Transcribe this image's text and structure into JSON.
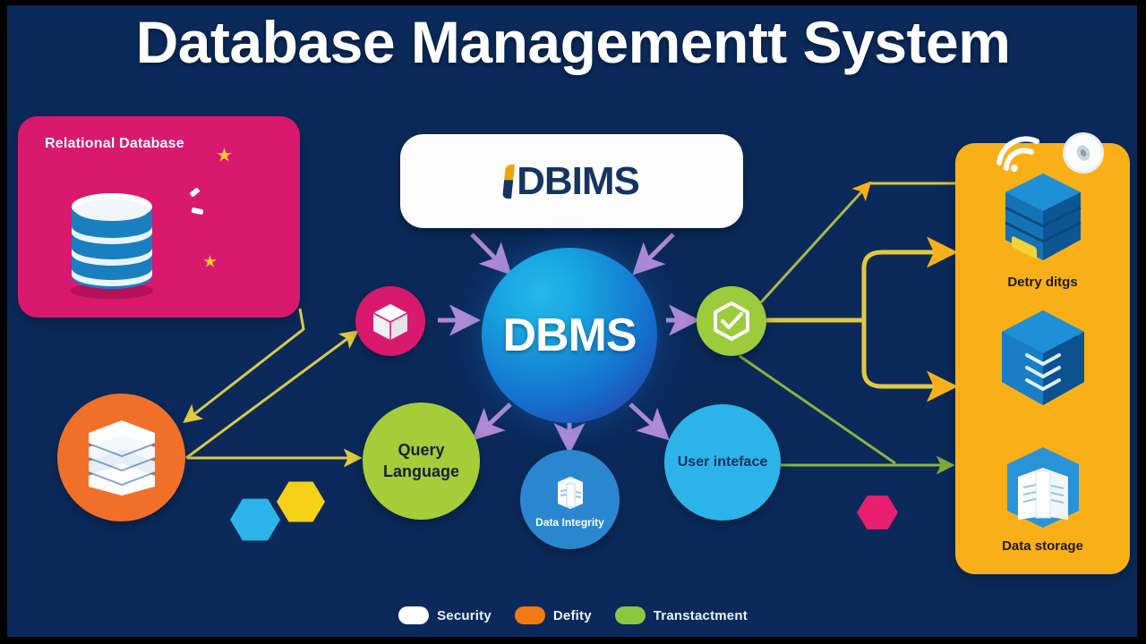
{
  "page": {
    "title": "Database Managementt System",
    "background_color": "#0b2a5b"
  },
  "relational_card": {
    "label": "Relational Database",
    "color": "#d8196e",
    "icon": "database-cylinder-icon"
  },
  "logo_card": {
    "text": "DBIMS",
    "background": "#fdfdfd",
    "text_color": "#14355f"
  },
  "center": {
    "label": "DBMS",
    "color_from": "#27b7e8",
    "color_to": "#2a2f9e"
  },
  "nodes": [
    {
      "id": "cube",
      "label": "",
      "icon": "cube-icon",
      "color": "#d8196e"
    },
    {
      "id": "check",
      "label": "",
      "icon": "shield-check-icon",
      "color": "#9ccb3b"
    },
    {
      "id": "stack",
      "label": "",
      "icon": "server-stack-icon",
      "color": "#f0702a"
    },
    {
      "id": "query",
      "label": "Query Language",
      "icon": "",
      "color": "#a4cd39"
    },
    {
      "id": "integrity",
      "label": "Data Integrity",
      "icon": "archive-box-icon",
      "color": "#2a87cf"
    },
    {
      "id": "ui",
      "label": "User inteface",
      "icon": "",
      "color": "#2cb4ea"
    }
  ],
  "right_card": {
    "color": "#f9b018",
    "items": [
      {
        "label": "Detry ditgs",
        "icon": "server-rack-icon"
      },
      {
        "label": "",
        "icon": "data-cube-icon"
      },
      {
        "label": "Data storage",
        "icon": "file-box-icon"
      }
    ],
    "decorations": [
      "wifi-signal-icon",
      "disc-icon"
    ]
  },
  "legend": [
    {
      "label": "Security",
      "color": "#ffffff"
    },
    {
      "label": "Defity",
      "color": "#f57a14"
    },
    {
      "label": "Transtactment",
      "color": "#8cc63e"
    }
  ],
  "decorations": {
    "hexagons": [
      {
        "id": "hex-blue",
        "color": "#2cb4ea"
      },
      {
        "id": "hex-yellow",
        "color": "#f7d117"
      },
      {
        "id": "hex-pink",
        "color": "#e81f6f"
      }
    ]
  },
  "connectors": {
    "arrow_purple": "#b08ad4",
    "arrow_yellow": "#e0c84a",
    "arrow_green": "#8cb43a"
  }
}
